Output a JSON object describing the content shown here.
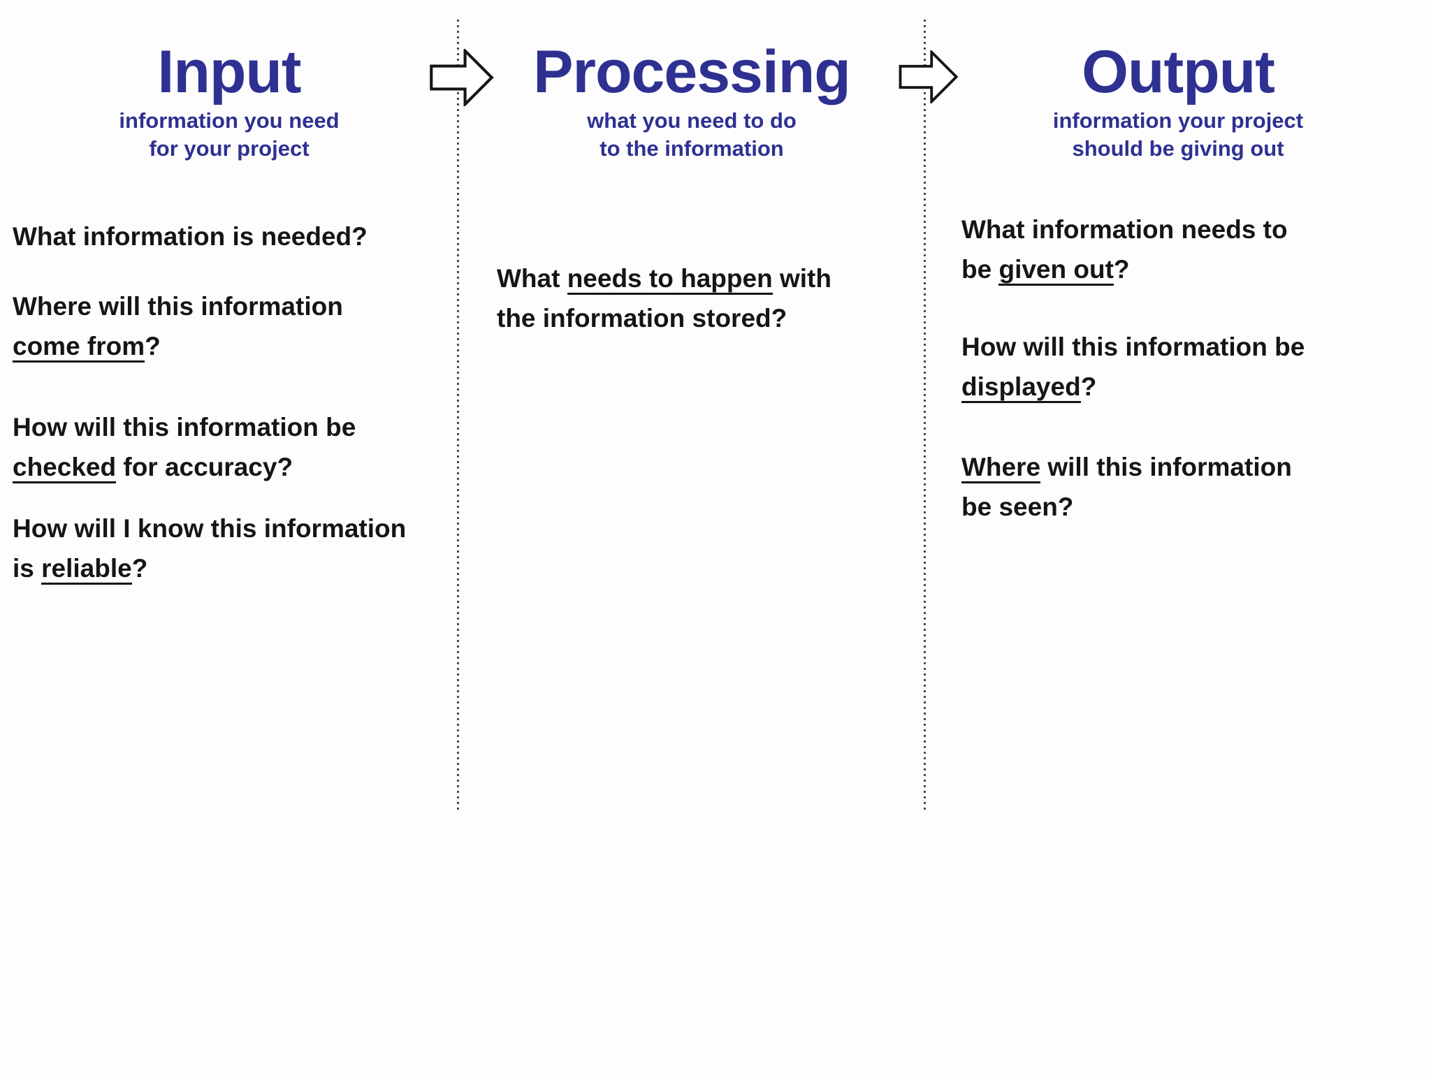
{
  "colors": {
    "heading": "#2e3092",
    "body_text": "#151515",
    "divider": "#4a4a4a",
    "arrow_fill": "#ffffff",
    "arrow_stroke": "#151515",
    "background": "#fdfdfd"
  },
  "icons": [
    {
      "name": "block-arrow-right-icon",
      "meaning": "flow from Input to Processing"
    },
    {
      "name": "block-arrow-right-icon",
      "meaning": "flow from Processing to Output"
    }
  ],
  "columns": [
    {
      "id": "input",
      "title": "Input",
      "subtitle_lines": [
        "information you need",
        "for your project"
      ],
      "questions": [
        {
          "lines": [
            [
              {
                "text": "What information is needed?",
                "underline": false
              }
            ]
          ]
        },
        {
          "lines": [
            [
              {
                "text": "Where will this information",
                "underline": false
              }
            ],
            [
              {
                "text": "come from",
                "underline": true
              },
              {
                "text": "?",
                "underline": false
              }
            ]
          ]
        },
        {
          "lines": [
            [
              {
                "text": "How will this information be",
                "underline": false
              }
            ],
            [
              {
                "text": "checked",
                "underline": true
              },
              {
                "text": " for accuracy?",
                "underline": false
              }
            ]
          ]
        },
        {
          "lines": [
            [
              {
                "text": "How will I know this information",
                "underline": false
              }
            ],
            [
              {
                "text": "is ",
                "underline": false
              },
              {
                "text": "reliable",
                "underline": true
              },
              {
                "text": "?",
                "underline": false
              }
            ]
          ]
        }
      ]
    },
    {
      "id": "processing",
      "title": "Processing",
      "subtitle_lines": [
        "what you need to do",
        "to the information"
      ],
      "questions": [
        {
          "lines": [
            [
              {
                "text": "What ",
                "underline": false
              },
              {
                "text": "needs to happen",
                "underline": true
              },
              {
                "text": " with",
                "underline": false
              }
            ],
            [
              {
                "text": "the information stored?",
                "underline": false
              }
            ]
          ]
        }
      ]
    },
    {
      "id": "output",
      "title": "Output",
      "subtitle_lines": [
        "information your project",
        "should be giving out"
      ],
      "questions": [
        {
          "lines": [
            [
              {
                "text": "What information needs to",
                "underline": false
              }
            ],
            [
              {
                "text": "be ",
                "underline": false
              },
              {
                "text": "given out",
                "underline": true
              },
              {
                "text": "?",
                "underline": false
              }
            ]
          ]
        },
        {
          "lines": [
            [
              {
                "text": "How will this information be",
                "underline": false
              }
            ],
            [
              {
                "text": "displayed",
                "underline": true
              },
              {
                "text": "?",
                "underline": false
              }
            ]
          ]
        },
        {
          "lines": [
            [
              {
                "text": "Where",
                "underline": true
              },
              {
                "text": " will this information",
                "underline": false
              }
            ],
            [
              {
                "text": "be seen?",
                "underline": false
              }
            ]
          ]
        }
      ]
    }
  ]
}
